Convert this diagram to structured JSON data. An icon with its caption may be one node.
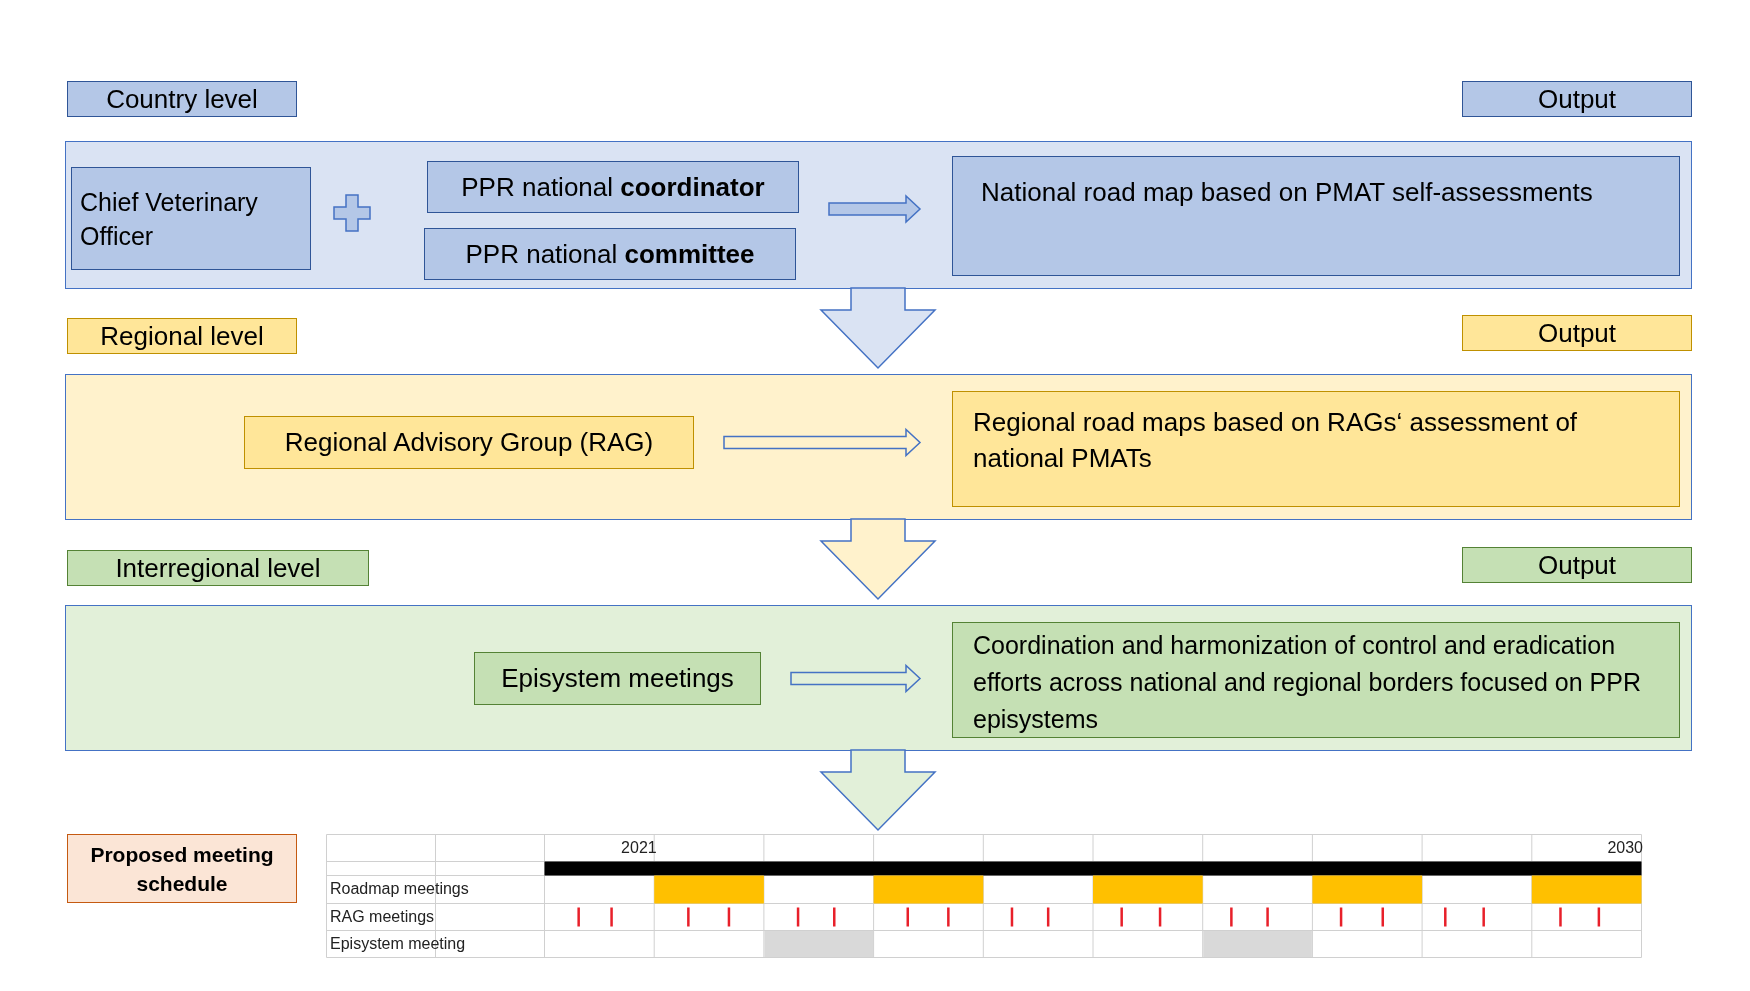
{
  "diagram": {
    "nodes": [
      {
        "text": [
          "Country level"
        ]
      },
      {
        "text": [
          "Output"
        ]
      },
      {
        "text": [],
        "shape": "box"
      },
      {
        "text": [
          "Chief Veterinary Officer"
        ],
        "in": 2
      },
      {
        "text": [
          "PPR national **coordinator**"
        ],
        "in": 2
      },
      {
        "text": [
          "PPR national **committee**"
        ],
        "in": 2
      },
      {
        "text": [
          "National road map based on PMAT self-assessments"
        ],
        "in": 2
      },
      {
        "text": [
          "Regional level"
        ]
      },
      {
        "text": [
          "Output"
        ]
      },
      {
        "text": [],
        "shape": "box"
      },
      {
        "text": [
          "Regional Advisory Group (RAG)"
        ],
        "in": 9
      },
      {
        "text": [
          "Regional road maps based on RAGs‘ assessment of national PMATs"
        ],
        "in": 9
      },
      {
        "text": [
          "Interregional level"
        ]
      },
      {
        "text": [
          "Output"
        ]
      },
      {
        "text": [],
        "shape": "box"
      },
      {
        "text": [
          "Episystem meetings"
        ],
        "in": 14
      },
      {
        "text": [
          "Coordination and harmonization of control and eradication efforts across national and regional borders focused on PPR episystems"
        ],
        "in": 14
      },
      {
        "text": [
          "Proposed meeting schedule"
        ]
      }
    ],
    "edges": [
      {
        "from": 4,
        "to": 6,
        "arrow": "to",
        "color": "#b4c7e7"
      },
      {
        "from": 2,
        "to": 9,
        "arrow": "to",
        "color": "#dae3f3"
      },
      {
        "from": 10,
        "to": 11,
        "arrow": "to",
        "color": "#fff2cc"
      },
      {
        "from": 9,
        "to": 14,
        "arrow": "to",
        "color": "#fff2cc"
      },
      {
        "from": 15,
        "to": 16,
        "arrow": "to",
        "color": "#e2f0d9"
      },
      {
        "from": 14,
        "to": null,
        "arrow": "to",
        "color": "#e2f0d9"
      }
    ],
    "labels": [
      "2021",
      "2030",
      "Roadmap meetings",
      "RAG meetings",
      "Episystem meeting"
    ]
  }
}
